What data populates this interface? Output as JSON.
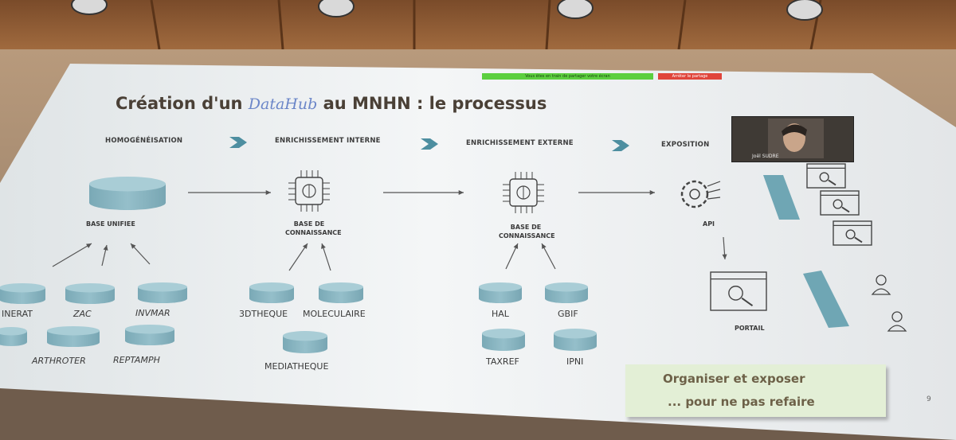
{
  "slide": {
    "title_prefix": "Création d'un",
    "title_datahub": "DataHub",
    "title_suffix": "au MNHN : le processus",
    "page_number": "9"
  },
  "steps": [
    "HOMOGÉNÉISATION",
    "ENRICHISSEMENT INTERNE",
    "ENRICHISSEMENT EXTERNE",
    "EXPOSITION"
  ],
  "nodes": {
    "base_unifiee": "BASE UNIFIEE",
    "kb1_line1": "BASE DE",
    "kb1_line2": "CONNAISSANCE",
    "kb2_line1": "BASE DE",
    "kb2_line2": "CONNAISSANCE",
    "api": "API",
    "portail": "PORTAIL"
  },
  "sources": {
    "s1": "INERAT",
    "s2": "ZAC",
    "s3": "INVMAR",
    "s4": "ARTHROTER",
    "s5": "REPTAMPH",
    "s6": "3DTHEQUE",
    "s7": "MOLECULAIRE",
    "s8": "MEDIATHEQUE",
    "s9": "HAL",
    "s10": "GBIF",
    "s11": "TAXREF",
    "s12": "IPNI"
  },
  "share_bar": {
    "status": "Vous êtes en train de partager votre écran",
    "stop": "Arrêter le partage"
  },
  "video": {
    "name": "Joël SUDRE"
  },
  "callout": {
    "line1": "Organiser et exposer",
    "line2": "... pour ne pas refaire"
  },
  "colors": {
    "cylinder": "#86b4c0",
    "arrow": "#4d8ea0",
    "title": "#4a4036",
    "datahub": "#6b86c8",
    "callout_bg": "#e3efd6",
    "share_green": "#5ccf3f",
    "share_red": "#e0453b"
  }
}
